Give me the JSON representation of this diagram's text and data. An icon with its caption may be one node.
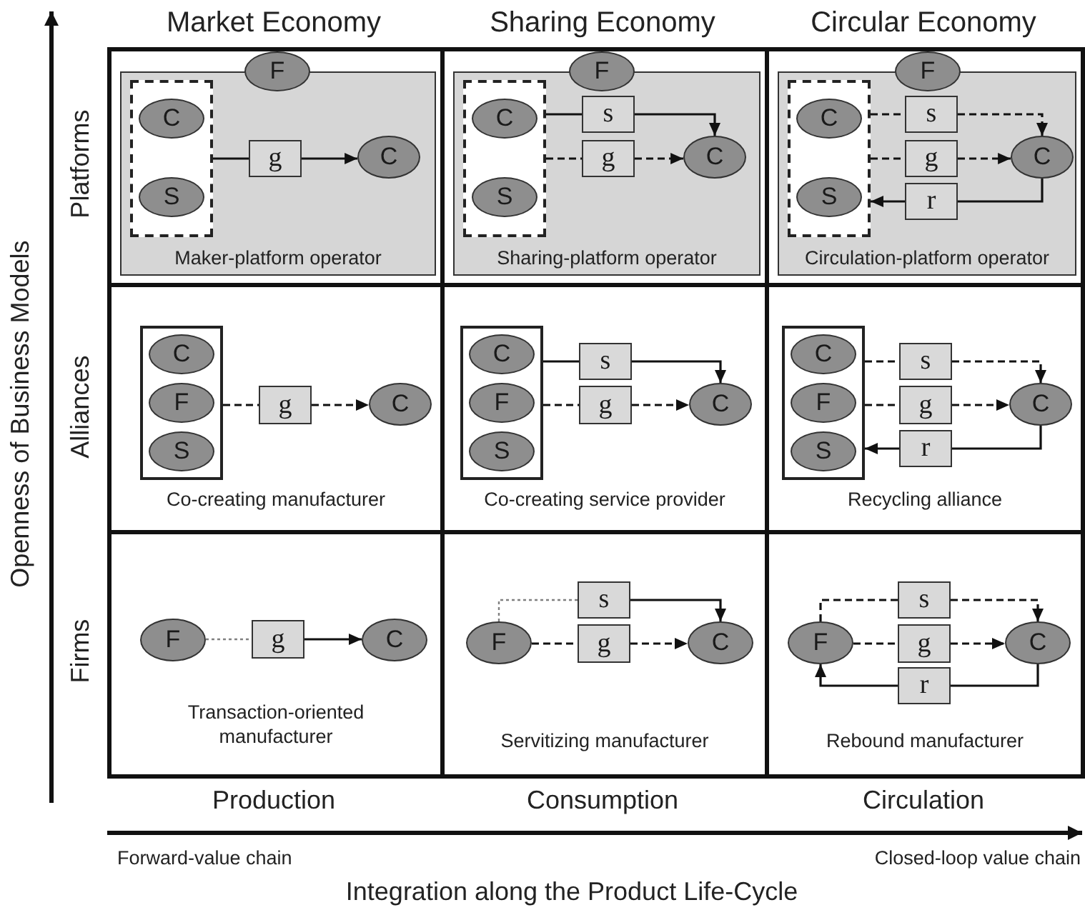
{
  "diagram": {
    "nodes": [
      {
        "text": [],
        "shape": "box"
      },
      {
        "text": [
          "Maker-platform operator"
        ],
        "in": 0
      },
      {
        "text": [
          "F"
        ],
        "in": 0
      },
      {
        "text": [],
        "shape": "box",
        "in": 1
      },
      {
        "text": [
          "C"
        ],
        "in": 3
      },
      {
        "text": [
          "S"
        ],
        "in": 3
      },
      {
        "text": [
          "g"
        ],
        "in": 1
      },
      {
        "text": [
          "C"
        ],
        "in": 1
      },
      {
        "text": [],
        "shape": "box"
      },
      {
        "text": [
          "Sharing-platform operator"
        ],
        "in": 8
      },
      {
        "text": [
          "F"
        ],
        "in": 8
      },
      {
        "text": [],
        "shape": "box",
        "in": 9
      },
      {
        "text": [
          "C"
        ],
        "in": 11
      },
      {
        "text": [
          "S"
        ],
        "in": 11
      },
      {
        "text": [
          "s"
        ],
        "in": 9
      },
      {
        "text": [
          "g"
        ],
        "in": 9
      },
      {
        "text": [
          "C"
        ],
        "in": 9
      },
      {
        "text": [],
        "shape": "box"
      },
      {
        "text": [
          "Circulation-platform operator"
        ],
        "in": 17
      },
      {
        "text": [
          "F"
        ],
        "in": 17
      },
      {
        "text": [],
        "shape": "box",
        "in": 18
      },
      {
        "text": [
          "C"
        ],
        "in": 20
      },
      {
        "text": [
          "S"
        ],
        "in": 20
      },
      {
        "text": [
          "s"
        ],
        "in": 18
      },
      {
        "text": [
          "g"
        ],
        "in": 18
      },
      {
        "text": [
          "r"
        ],
        "in": 18
      },
      {
        "text": [
          "C"
        ],
        "in": 18
      },
      {
        "text": [
          "Co-creating manufacturer"
        ]
      },
      {
        "text": [],
        "shape": "box",
        "in": 27
      },
      {
        "text": [
          "C"
        ],
        "in": 28
      },
      {
        "text": [
          "F"
        ],
        "in": 28
      },
      {
        "text": [
          "S"
        ],
        "in": 28
      },
      {
        "text": [
          "g"
        ],
        "in": 27
      },
      {
        "text": [
          "C"
        ],
        "in": 27
      },
      {
        "text": [
          "Co-creating service provider"
        ]
      },
      {
        "text": [],
        "shape": "box",
        "in": 34
      },
      {
        "text": [
          "C"
        ],
        "in": 35
      },
      {
        "text": [
          "F"
        ],
        "in": 35
      },
      {
        "text": [
          "S"
        ],
        "in": 35
      },
      {
        "text": [
          "s"
        ],
        "in": 34
      },
      {
        "text": [
          "g"
        ],
        "in": 34
      },
      {
        "text": [
          "C"
        ],
        "in": 34
      },
      {
        "text": [
          "Recycling alliance"
        ]
      },
      {
        "text": [],
        "shape": "box",
        "in": 42
      },
      {
        "text": [
          "C"
        ],
        "in": 43
      },
      {
        "text": [
          "F"
        ],
        "in": 43
      },
      {
        "text": [
          "S"
        ],
        "in": 43
      },
      {
        "text": [
          "s"
        ],
        "in": 42
      },
      {
        "text": [
          "g"
        ],
        "in": 42
      },
      {
        "text": [
          "r"
        ],
        "in": 42
      },
      {
        "text": [
          "C"
        ],
        "in": 42
      },
      {
        "text": [
          "Transaction-oriented manufacturer"
        ]
      },
      {
        "text": [
          "F"
        ],
        "in": 51
      },
      {
        "text": [
          "g"
        ],
        "in": 51
      },
      {
        "text": [
          "C"
        ],
        "in": 51
      },
      {
        "text": [
          "Servitizing manufacturer"
        ]
      },
      {
        "text": [
          "F"
        ],
        "in": 55
      },
      {
        "text": [
          "s"
        ],
        "in": 55
      },
      {
        "text": [
          "g"
        ],
        "in": 55
      },
      {
        "text": [
          "C"
        ],
        "in": 55
      },
      {
        "text": [
          "Rebound manufacturer"
        ]
      },
      {
        "text": [
          "F"
        ],
        "in": 60
      },
      {
        "text": [
          "s"
        ],
        "in": 60
      },
      {
        "text": [
          "g"
        ],
        "in": 60
      },
      {
        "text": [
          "r"
        ],
        "in": 60
      },
      {
        "text": [
          "C"
        ],
        "in": 60
      }
    ],
    "edges": [
      {
        "from": 3,
        "to": 6,
        "arrow": "none"
      },
      {
        "from": 6,
        "to": 7,
        "arrow": "to"
      },
      {
        "from": 11,
        "to": 14,
        "arrow": "none"
      },
      {
        "from": 14,
        "to": 16,
        "arrow": "to"
      },
      {
        "from": 11,
        "to": 15,
        "arrow": "none",
        "style": "dashed"
      },
      {
        "from": 15,
        "to": 16,
        "arrow": "to",
        "style": "dashed"
      },
      {
        "from": 20,
        "to": 23,
        "arrow": "none",
        "style": "dashed"
      },
      {
        "from": 23,
        "to": 26,
        "arrow": "to",
        "style": "dashed"
      },
      {
        "from": 20,
        "to": 24,
        "arrow": "none",
        "style": "dashed"
      },
      {
        "from": 24,
        "to": 26,
        "arrow": "to",
        "style": "dashed"
      },
      {
        "from": 26,
        "to": 25,
        "arrow": "none"
      },
      {
        "from": 25,
        "to": 20,
        "arrow": "to"
      },
      {
        "from": 28,
        "to": 32,
        "arrow": "none",
        "style": "dashed"
      },
      {
        "from": 32,
        "to": 33,
        "arrow": "to",
        "style": "dashed"
      },
      {
        "from": 35,
        "to": 39,
        "arrow": "none"
      },
      {
        "from": 39,
        "to": 41,
        "arrow": "to"
      },
      {
        "from": 35,
        "to": 40,
        "arrow": "none",
        "style": "dashed"
      },
      {
        "from": 40,
        "to": 41,
        "arrow": "to",
        "style": "dashed"
      },
      {
        "from": 43,
        "to": 47,
        "arrow": "none",
        "style": "dashed"
      },
      {
        "from": 47,
        "to": 50,
        "arrow": "to",
        "style": "dashed"
      },
      {
        "from": 43,
        "to": 48,
        "arrow": "none",
        "style": "dashed"
      },
      {
        "from": 48,
        "to": 50,
        "arrow": "to",
        "style": "dashed"
      },
      {
        "from": 50,
        "to": 49,
        "arrow": "none"
      },
      {
        "from": 49,
        "to": 43,
        "arrow": "to"
      },
      {
        "from": 52,
        "to": 53,
        "arrow": "none",
        "style": "dashed",
        "color": "#808080"
      },
      {
        "from": 53,
        "to": 54,
        "arrow": "to"
      },
      {
        "from": 56,
        "to": 57,
        "arrow": "none",
        "style": "dashed",
        "color": "#808080"
      },
      {
        "from": 57,
        "to": 59,
        "arrow": "to"
      },
      {
        "from": 56,
        "to": 58,
        "arrow": "none",
        "style": "dashed"
      },
      {
        "from": 58,
        "to": 59,
        "arrow": "to",
        "style": "dashed"
      },
      {
        "from": 61,
        "to": 62,
        "arrow": "none",
        "style": "dashed"
      },
      {
        "from": 62,
        "to": 65,
        "arrow": "to",
        "style": "dashed"
      },
      {
        "from": 61,
        "to": 63,
        "arrow": "none",
        "style": "dashed"
      },
      {
        "from": 63,
        "to": 65,
        "arrow": "to",
        "style": "dashed"
      },
      {
        "from": 65,
        "to": 64,
        "arrow": "none"
      },
      {
        "from": 64,
        "to": 61,
        "arrow": "to"
      }
    ],
    "labels": [
      "Market Economy",
      "Sharing Economy",
      "Circular Economy",
      "Openness of Business Models",
      "Platforms",
      "Alliances",
      "Firms",
      "Production",
      "Consumption",
      "Circulation",
      "Forward-value chain",
      "Closed-loop value chain",
      "Integration along the Product Life-Cycle"
    ]
  }
}
